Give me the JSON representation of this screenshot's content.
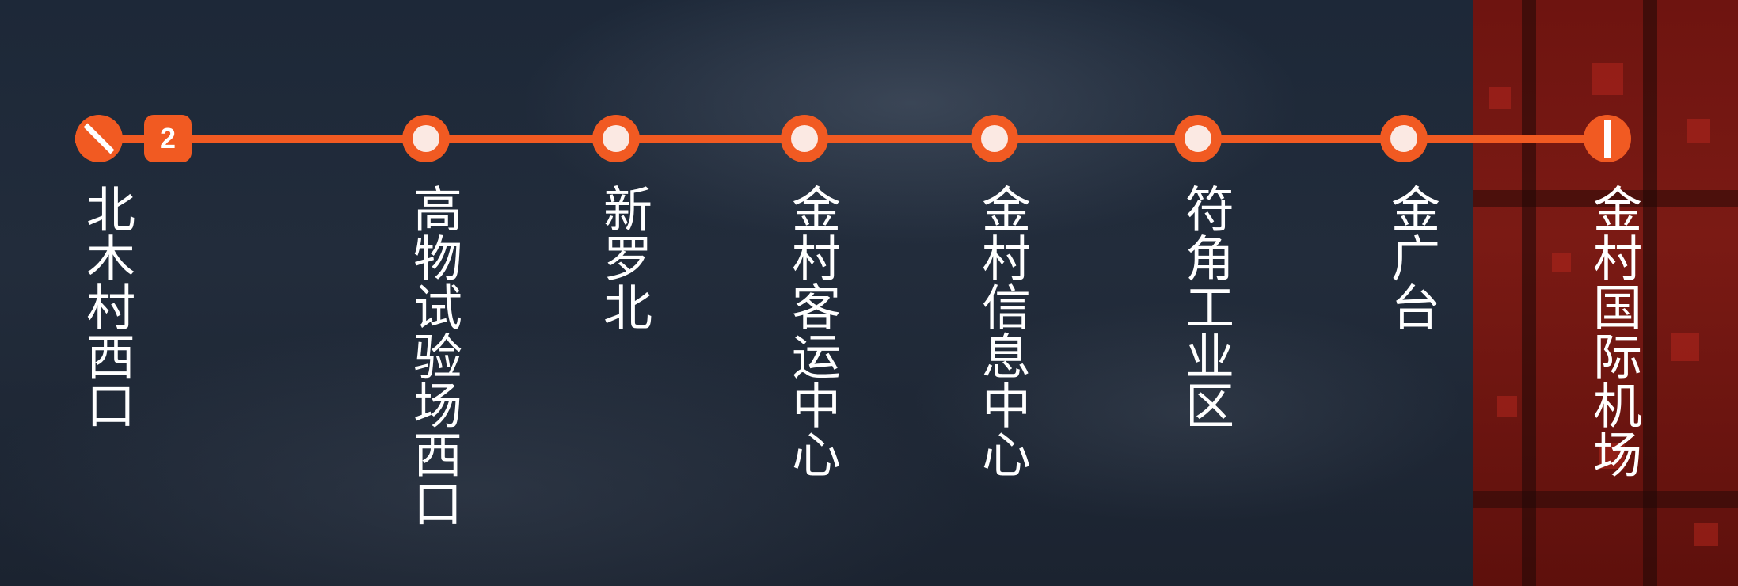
{
  "line": {
    "number": "2",
    "color": "#f15a22",
    "marker_fill": "#fbe9e3"
  },
  "stations": [
    {
      "name": "北木村西口",
      "type": "origin"
    },
    {
      "name": "高物试验场西口",
      "type": "stop"
    },
    {
      "name": "新罗北",
      "type": "stop"
    },
    {
      "name": "金村客运中心",
      "type": "stop"
    },
    {
      "name": "金村信息中心",
      "type": "stop"
    },
    {
      "name": "符角工业区",
      "type": "stop"
    },
    {
      "name": "金广台",
      "type": "stop"
    },
    {
      "name": "金村国际机场",
      "type": "terminus"
    }
  ],
  "icons": {
    "origin": "origin-terminus-icon",
    "terminus": "destination-terminus-icon"
  }
}
